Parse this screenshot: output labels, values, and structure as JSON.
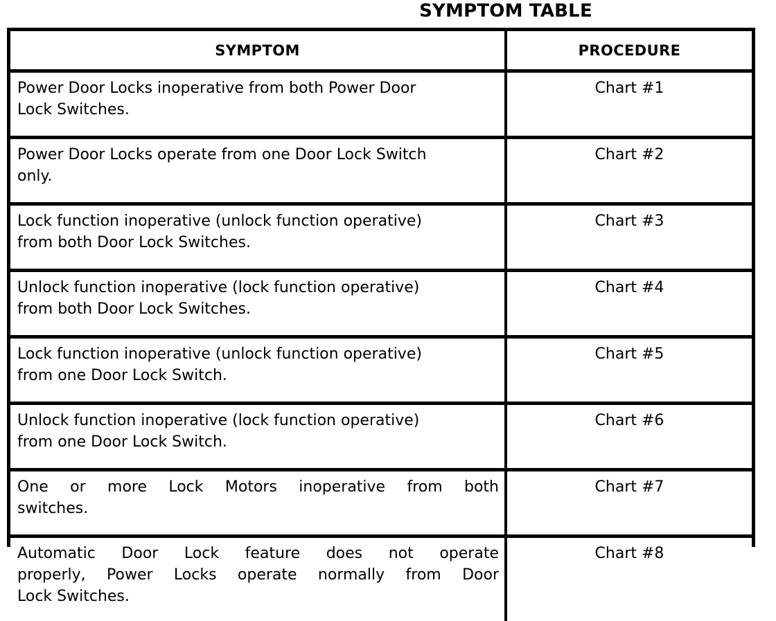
{
  "document": {
    "title": "SYMPTOM TABLE"
  },
  "table": {
    "headers": {
      "symptom": "SYMPTOM",
      "procedure": "PROCEDURE"
    },
    "rows": [
      {
        "symptom": "Power Door Locks inoperative from both Power Door Lock Switches.",
        "symptom_line1": "Power Door Locks inoperative from both Power Door",
        "symptom_line2": "Lock Switches.",
        "procedure": "Chart #1"
      },
      {
        "symptom": "Power Door Locks operate from one Door Lock Switch only.",
        "symptom_line1": "Power Door Locks operate from one Door Lock Switch",
        "symptom_line2": "only.",
        "procedure": "Chart #2"
      },
      {
        "symptom": "Lock function inoperative (unlock function operative) from both Door Lock Switches.",
        "symptom_line1": "Lock function inoperative (unlock function operative)",
        "symptom_line2": "from both Door Lock Switches.",
        "procedure": "Chart #3"
      },
      {
        "symptom": "Unlock function inoperative (lock function operative) from both Door Lock Switches.",
        "symptom_line1": "Unlock function inoperative (lock function operative)",
        "symptom_line2": "from both Door Lock Switches.",
        "procedure": "Chart #4"
      },
      {
        "symptom": "Lock function inoperative (unlock function operative) from one Door Lock Switch.",
        "symptom_line1": "Lock function inoperative (unlock function operative)",
        "symptom_line2": "from one Door Lock Switch.",
        "procedure": "Chart #5"
      },
      {
        "symptom": "Unlock function inoperative (lock function operative) from one Door Lock Switch.",
        "symptom_line1": "Unlock function inoperative (lock function operative)",
        "symptom_line2": "from one Door Lock Switch.",
        "procedure": "Chart #6"
      },
      {
        "symptom": "One or more Lock Motors inoperative from both switches.",
        "symptom_line1": "One or more Lock Motors inoperative from both",
        "symptom_line2": "switches.",
        "procedure": "Chart #7"
      },
      {
        "symptom": "Automatic Door Lock feature does not operate properly, Power Locks operate normally from Door Lock Switches.",
        "symptom_line1": "Automatic Door Lock feature does not operate",
        "symptom_line2": "properly, Power Locks operate normally from Door",
        "symptom_line3": "Lock Switches.",
        "procedure": "Chart #8"
      }
    ]
  },
  "colors": {
    "ink": "#000000",
    "paper": "#ffffff"
  }
}
